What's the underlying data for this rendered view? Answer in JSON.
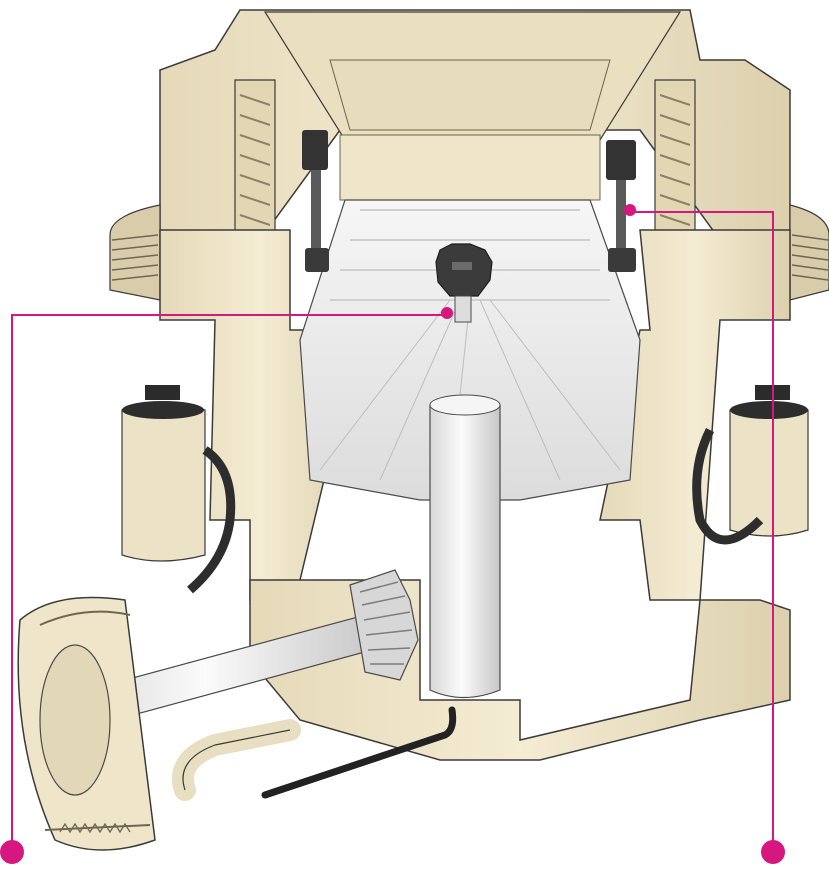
{
  "diagram": {
    "subject": "cone-crusher-cutaway",
    "colors": {
      "casting": "#f1e8cc",
      "casting_shadow": "#d9ccaa",
      "casting_dark": "#b7a98a",
      "outline": "#3a3a3a",
      "steel": "#e9e9e9",
      "steel_shadow": "#c9c9c9",
      "rubber": "#2d2d2d",
      "callout": "#d6177f"
    },
    "callouts": [
      {
        "id": "callout-left",
        "target": "head-center-nut"
      },
      {
        "id": "callout-right",
        "target": "adjustment-ring-bolt"
      }
    ]
  }
}
